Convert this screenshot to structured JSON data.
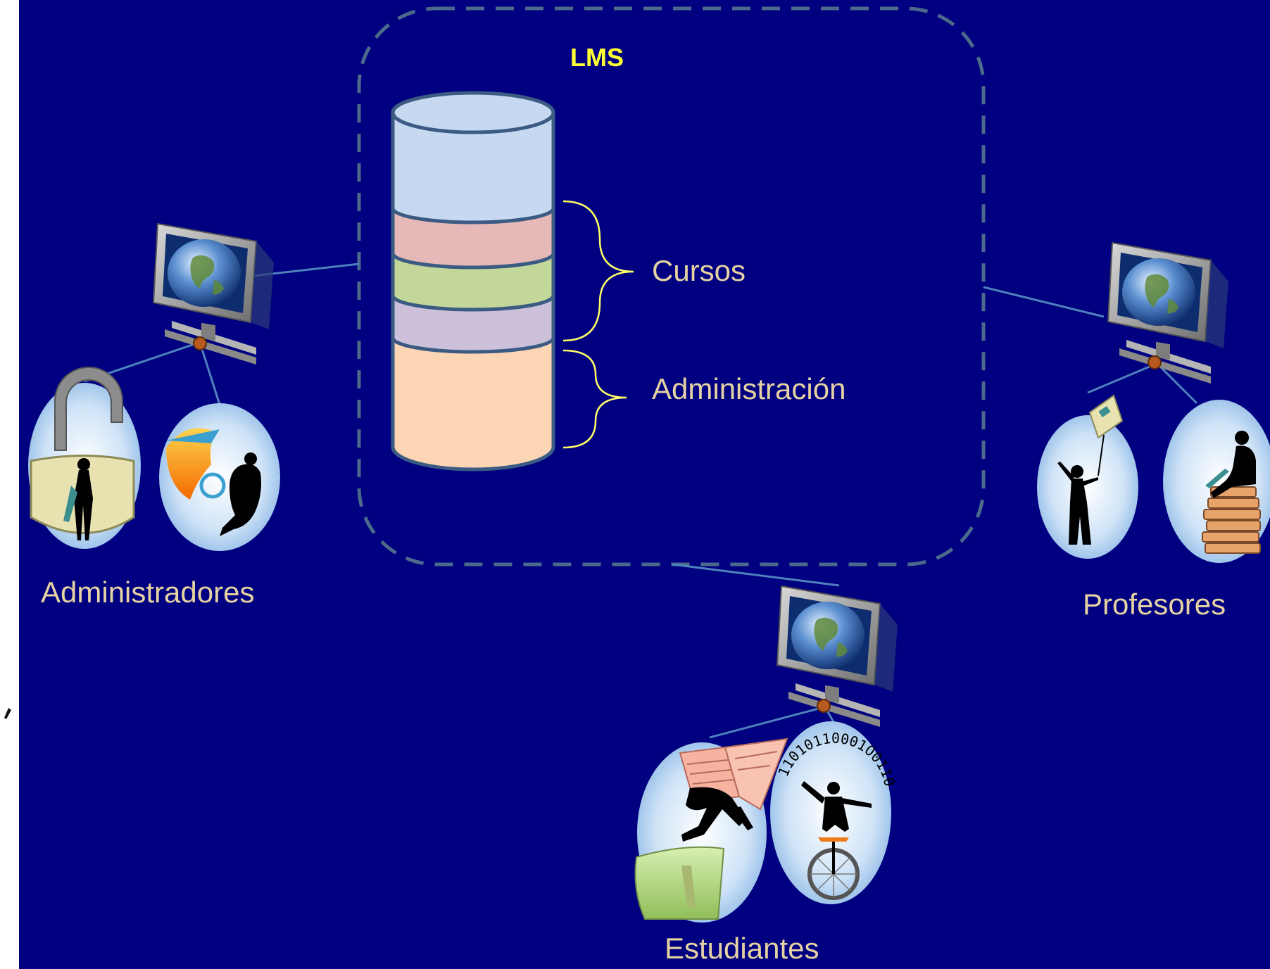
{
  "diagram": {
    "lms_label": "LMS",
    "brace_cursos_label": "Cursos",
    "brace_administracion_label": "Administración",
    "roles": {
      "administradores": "Administradores",
      "profesores": "Profesores",
      "estudiantes": "Estudiantes"
    },
    "binary_text": "11010110001O0110",
    "colors": {
      "background": "#000080",
      "lms_title": "#ffff33",
      "label": "#e6d3a3",
      "connector": "#4f81bd",
      "dashed_border": "#4b6a8c",
      "brace": "#ffff66",
      "db_top": "#c6d9f0",
      "db_layer_pink": "#e6b8b7",
      "db_layer_green": "#c4d79b",
      "db_layer_lavender": "#ccc0da",
      "db_bottom": "#fcd5b4",
      "db_outline": "#3b5b83"
    }
  }
}
